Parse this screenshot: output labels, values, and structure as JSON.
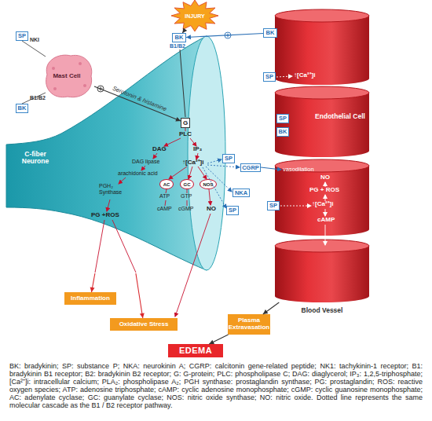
{
  "diagram": {
    "caption": "BK: bradykinin; SP: substance P; NKA: neurokinin A; CGRP: calcitonin gene-related peptide; NK1: tachykinin-1 receptor; B1: bradykinin B1 receptor; B2: bradykinin B2 receptor; G: G-protein; PLC: phospholipase C; DAG: diaglycerol; IP₃: 1,2,5-triphosphate; [Ca²⁺]i: intracellular calcium; PLA₂: phospholipase A₂; PGH synthase: prostaglandin synthase; PG: prostaglandin; ROS: reactive oxygen species; ATP: adenosine triphosphate; cAMP: cyclic adenosine monophosphate; cGMP: cyclic guanosine monophosphate; AC: adenylate cyclase; GC: guanylate cyclase; NOS: nitric oxide synthase; NO: nitric oxide. Dotted line represents the same molecular cascade as the B1 / B2 receptor pathway.",
    "nodes": [
      {
        "text": [
          "INJURY"
        ]
      },
      {
        "text": [
          "BK"
        ]
      },
      {
        "text": [
          "SP"
        ]
      },
      {
        "text": [
          "Mast Cell"
        ]
      },
      {
        "text": [
          "BK"
        ]
      },
      {
        "text": [
          "C-fiber Neurone"
        ]
      },
      {
        "text": [
          "G"
        ],
        "in": 5
      },
      {
        "text": [
          "AC"
        ],
        "in": 5
      },
      {
        "text": [
          "GC"
        ],
        "in": 5
      },
      {
        "text": [
          "NOS"
        ],
        "in": 5
      },
      {
        "text": [
          "SP"
        ]
      },
      {
        "text": [
          "CGRP"
        ]
      },
      {
        "text": [
          "NKA"
        ]
      },
      {
        "text": [
          "SP"
        ]
      },
      {
        "text": [
          "Inflammation"
        ]
      },
      {
        "text": [
          "Oxidative Stress"
        ]
      },
      {
        "text": [
          "BK"
        ]
      },
      {
        "text": [
          "SP"
        ]
      },
      {
        "text": [
          "Endothelial Cell"
        ]
      },
      {
        "text": [
          "SP"
        ],
        "in": 18
      },
      {
        "text": [
          "BK"
        ],
        "in": 18
      },
      {
        "text": [
          "SP"
        ]
      },
      {
        "text": [
          "Blood Vessel"
        ]
      },
      {
        "text": [
          "Plasma Extravasation"
        ]
      },
      {
        "text": [
          "EDEMA"
        ]
      }
    ],
    "edges": [
      {
        "from": 0,
        "to": 1,
        "arrow": "to"
      },
      {
        "from": 16,
        "to": 1,
        "arrow": "to"
      },
      {
        "from": 3,
        "to": 6,
        "label": "Serotonin & histamine",
        "arrow": "to"
      },
      {
        "from": 5,
        "to": 14,
        "arrow": "to"
      },
      {
        "from": 5,
        "to": 15,
        "arrow": "to"
      },
      {
        "from": 22,
        "to": 23,
        "arrow": "to"
      },
      {
        "from": 23,
        "to": 24,
        "arrow": "to"
      }
    ],
    "labels": [
      "B1/B2",
      "NKI",
      "B1/B2",
      "PLC",
      "DAG",
      "IP₃",
      "DAG lipase",
      "arachidonic acid",
      "PGH₂ Synthase",
      "PG +ROS",
      "↑[Ca²⁺]i",
      "ATP",
      "GTP",
      "cAMP",
      "cGMP",
      "NO",
      "↑[Ca²⁺]i",
      "vasodilation",
      "NO",
      "PG + ROS",
      "NKI",
      "↑[Ca²⁺]i",
      "cAMP"
    ]
  }
}
